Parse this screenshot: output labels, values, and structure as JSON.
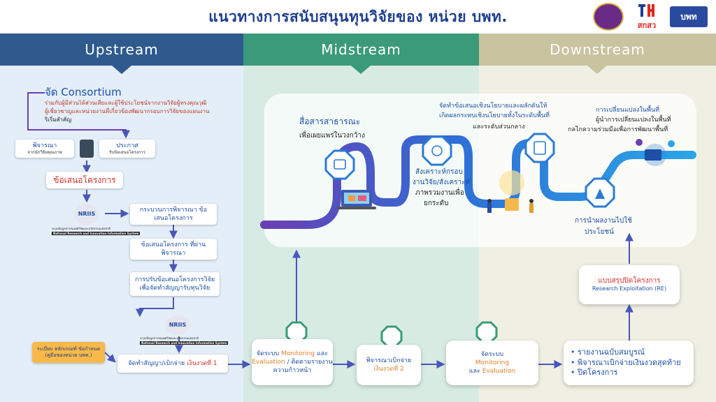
{
  "header": {
    "title": "แนวทางการสนับสนุนทุนวิจัยของ หน่วย บพท.",
    "logo_tsri_text": "สกสว",
    "logo_pmu_text": "บพท"
  },
  "columns": {
    "upstream": "Upstream",
    "midstream": "Midstream",
    "downstream": "Downstream"
  },
  "upstream": {
    "consortium_title": "จัด Consortium",
    "consortium_desc_1": "ร่วมกับผู้มีส่วนได้ส่วนเสียและผู้ใช้ประโยชน์จากงานวิจัยผู้ทรงคุณวุฒิ",
    "consortium_desc_2": "ผู้เชี่ยวชาญและหน่วยงานที่เกี่ยวข้องพัฒนากรอบการวิจัยของแผนงาน",
    "consortium_desc_3": "ริเริ่มสำคัญ",
    "consider_label": "พิจารณา",
    "consider_sub": "จากนักวิจัยคุณภาพ",
    "announce_label": "ประกาศ",
    "announce_sub": "รับข้อเสนอโครงการ",
    "proposal_label": "ข้อเสนอโครงการ",
    "nriis_name": "NRIIS",
    "nriis_caption_th": "ระบบข้อมูลสารสนเทศวิจัยและนวัตกรรมแห่งชาติ",
    "nriis_caption_en": "National Research and Innovation Information System",
    "step_review": "กระบวนการพิจารณา ข้อเสนอโครงการ",
    "step_passed": "ข้อเสนอโครงการ ที่ผ่านพิจารณา",
    "step_adjust": "การปรับข้อเสนอโครงการวิจัย เพื่อจัดทำสัญญารับทุนวิจัย",
    "regulation_label": "ระเบียบ หลักเกณฑ์ ข้อกำหนด (คู่มือของหน่วย บพท.)",
    "contract_label_1": "จัดทำสัญญา/เบิกจ่าย",
    "contract_label_2": "เงินงวดที่ 1"
  },
  "midstream": {
    "monitor_1_a": "จัดระบบ",
    "monitor_1_b": "Monitoring",
    "monitor_1_c": "และ",
    "monitor_1_d": "Evaluation",
    "monitor_1_e": "/ ติดตามรายงาน",
    "monitor_1_f": "ความก้าวหน้า",
    "disburse_2_a": "พิจารณาเบิกจ่าย",
    "disburse_2_b": "เงินงวดที่ 2"
  },
  "downstream": {
    "monitor_2_a": "จัดระบบ",
    "monitor_2_b": "Monitoring",
    "monitor_2_c": "และ",
    "monitor_2_d": "Evaluation",
    "final_items": [
      "รายงานฉบับสมบูรณ์",
      "พิจารณาเบิกจ่ายเงินงวดสุดท้าย",
      "ปิดโครงการ"
    ],
    "re_title": "แบบสรุปปิดโครงการ",
    "re_sub": "Research Exploitation (RE)"
  },
  "pathway": {
    "comm_title": "สื่อสารสาธารณะ",
    "comm_sub": "เพื่อเผยแพร่ในวงกว้าง",
    "synth_a": "สังเคราะห์กรอบ",
    "synth_b": "งานวิจัย/สังเคราะห์",
    "synth_c": "ภาพรวมงานเพื่อ",
    "synth_d": "ยกระดับ",
    "policy_a": "จัดทำข้อเสนอเชิงนโยบายและผลักดันให้",
    "policy_b": "เกิดผลกระทบเชิงนโยบายทั้งในระดับพื้นที่",
    "policy_c": "และระดับส่วนกลาง",
    "change_a": "การเปลี่ยนแปลงในพื้นที่",
    "change_b": "ผู้นำการเปลี่ยนแปลงในพื้นที่",
    "change_c": "กลไกความร่วมมือเพื่อการพัฒนาพื้นที่",
    "use_a": "การนำผลงานไปใช้",
    "use_b": "ประโยชน์"
  }
}
